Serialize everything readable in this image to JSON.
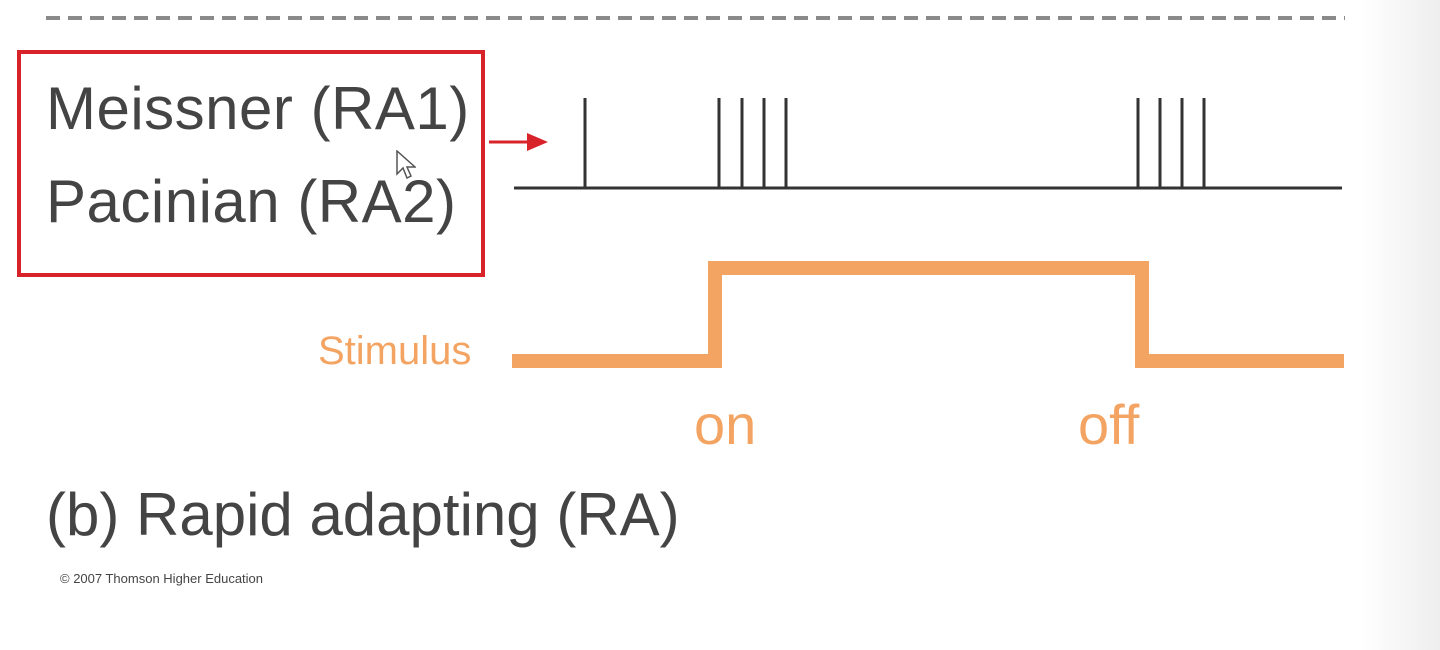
{
  "receptors": {
    "line1": "Meissner (RA1)",
    "line2": "Pacinian (RA2)"
  },
  "stimulus": {
    "label": "Stimulus",
    "on_label": "on",
    "off_label": "off"
  },
  "caption": "(b) Rapid adapting (RA)",
  "copyright": "© 2007 Thomson Higher Education",
  "colors": {
    "highlight_box": "#d9232a",
    "stimulus": "#f4a462",
    "trace": "#333333",
    "text": "#444444",
    "dashed_line": "#8a8a8a"
  },
  "spike_train": {
    "spike_count": 9,
    "groups": [
      {
        "phase": "before onset",
        "spikes": 1
      },
      {
        "phase": "stimulus on",
        "spikes": 4
      },
      {
        "phase": "stimulus off",
        "spikes": 4
      }
    ]
  }
}
